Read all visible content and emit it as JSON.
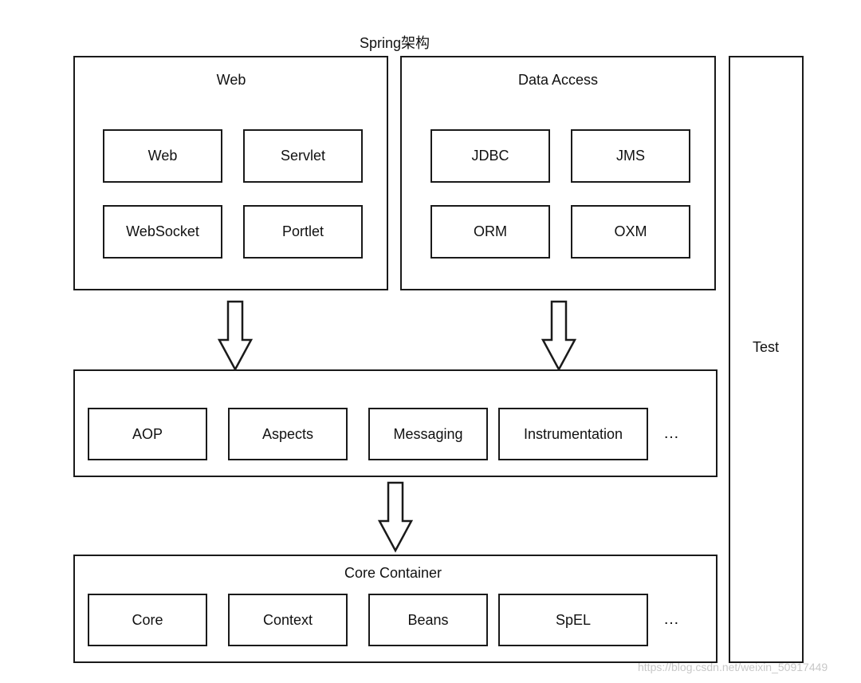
{
  "title": "Spring架构",
  "web": {
    "label": "Web",
    "modules": [
      "Web",
      "Servlet",
      "WebSocket",
      "Portlet"
    ]
  },
  "data_access": {
    "label": "Data Access",
    "modules": [
      "JDBC",
      "JMS",
      "ORM",
      "OXM"
    ]
  },
  "middle": {
    "modules": [
      "AOP",
      "Aspects",
      "Messaging",
      "Instrumentation"
    ],
    "ellipsis": "…"
  },
  "core_container": {
    "label": "Core Container",
    "modules": [
      "Core",
      "Context",
      "Beans",
      "SpEL"
    ],
    "ellipsis": "…"
  },
  "test": {
    "label": "Test"
  },
  "watermark": "https://blog.csdn.net/weixin_50917449"
}
